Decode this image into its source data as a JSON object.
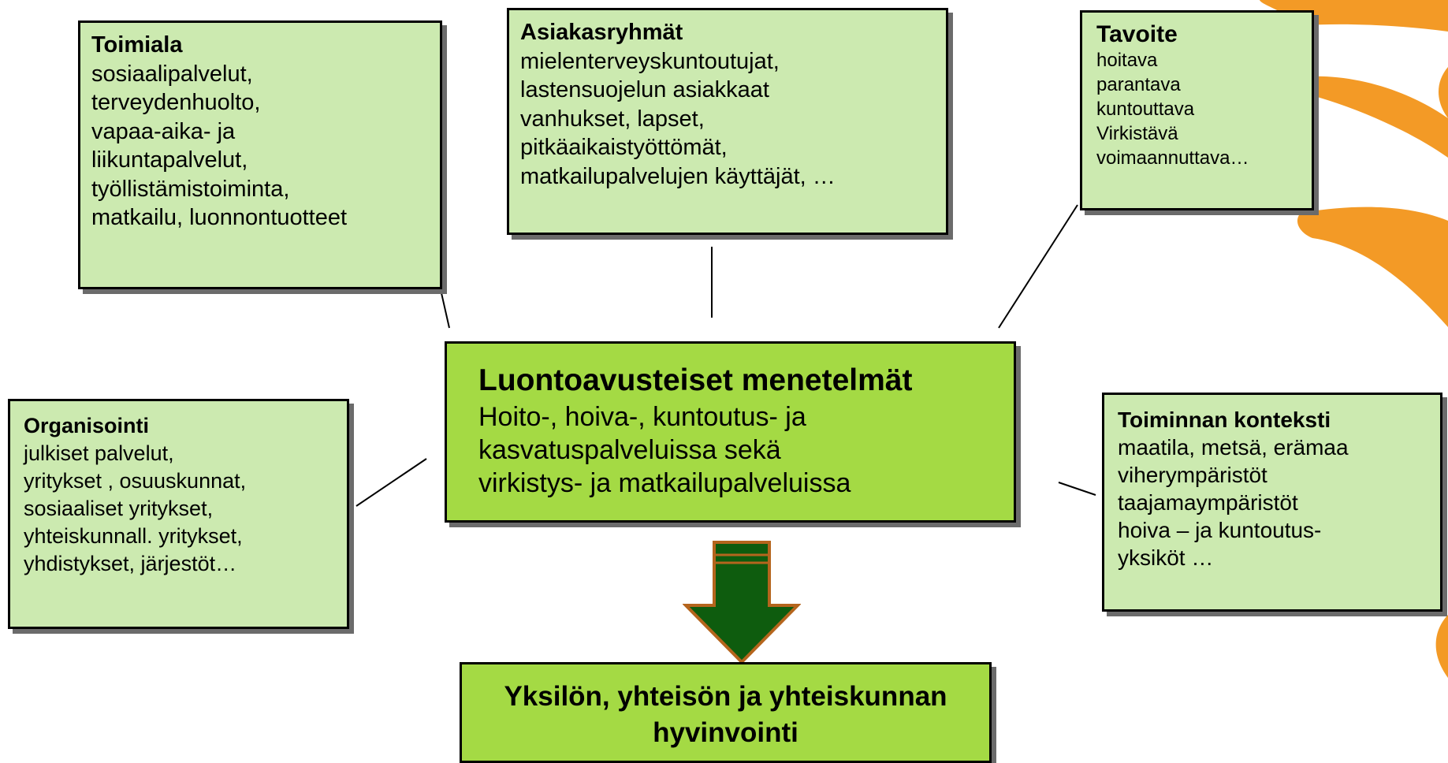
{
  "boxes": {
    "toimiala": {
      "title": "Toimiala",
      "lines": "sosiaalipalvelut,\nterveydenhuolto,\nvapaa-aika- ja\nliikuntapalvelut,\ntyöllistämistoiminta,\nmatkailu, luonnontuotteet"
    },
    "asiakasryhmat": {
      "title": "Asiakasryhmät",
      "lines": "mielenterveyskuntoutujat,\nlastensuojelun asiakkaat\nvanhukset, lapset,\npitkäaikaistyöttömät,\nmatkailupalvelujen käyttäjät, …"
    },
    "tavoite": {
      "title": "Tavoite",
      "lines": "hoitava\nparantava\nkuntouttava\nVirkistävä\nvoimaannuttava…"
    },
    "organisointi": {
      "title": "Organisointi",
      "lines": "julkiset palvelut,\nyritykset , osuuskunnat,\nsosiaaliset  yritykset,\nyhteiskunnall. yritykset,\nyhdistykset, järjestöt…"
    },
    "konteksti": {
      "title": "Toiminnan konteksti",
      "lines": "maatila, metsä, erämaa\nviherympäristöt\ntaajamaympäristöt\nhoiva – ja kuntoutus-\nyksiköt …"
    },
    "main": {
      "title": "Luontoavusteiset menetelmät",
      "lines": "Hoito-, hoiva-, kuntoutus- ja\nkasvatuspalveluissa sekä\nvirkistys- ja matkailupalveluissa"
    },
    "result": {
      "text": "Yksilön, yhteisön ja yhteiskunnan hyvinvointi"
    }
  },
  "colors": {
    "box_light": "#cceab0",
    "box_main": "#a4da44",
    "arrow_fill": "#0e5c0e",
    "arrow_border": "#b5651d",
    "decoration": "#f39a26"
  }
}
